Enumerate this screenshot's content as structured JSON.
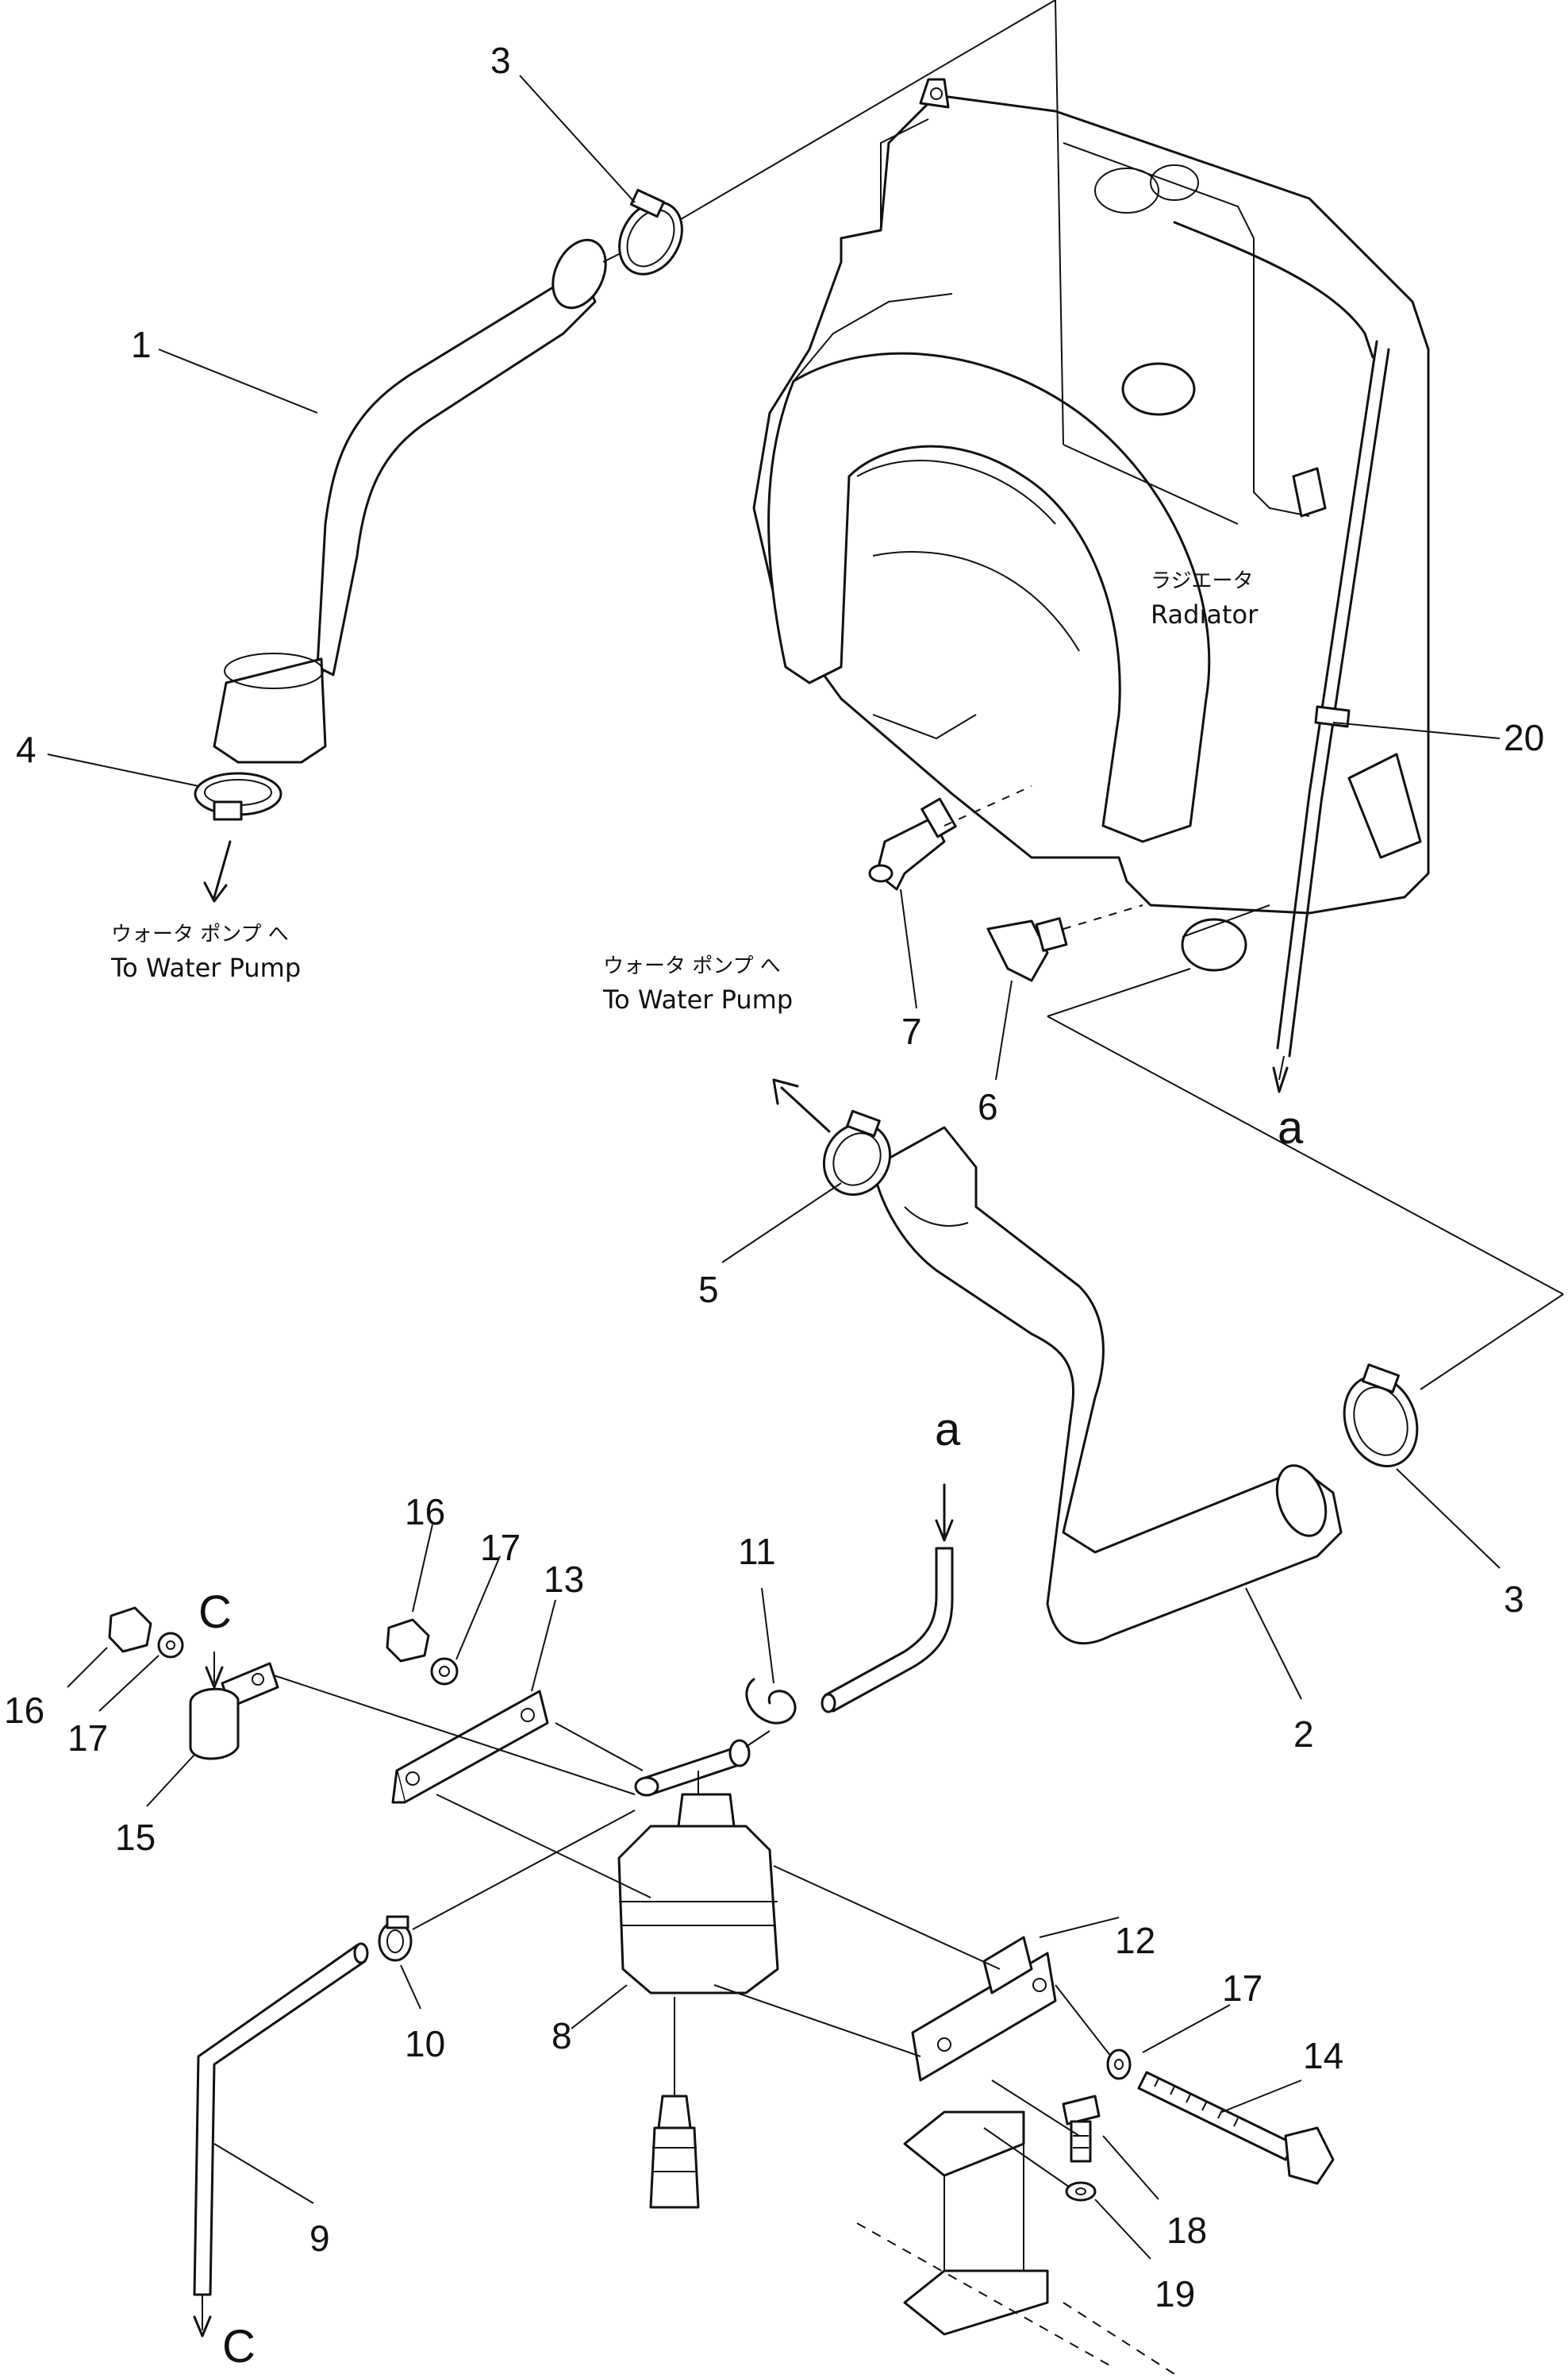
{
  "callouts": {
    "c1": "1",
    "c2": "2",
    "c3a": "3",
    "c3b": "3",
    "c4": "4",
    "c5": "5",
    "c6": "6",
    "c7": "7",
    "c8": "8",
    "c9": "9",
    "c10": "10",
    "c11": "11",
    "c12": "12",
    "c13": "13",
    "c14": "14",
    "c15": "15",
    "c16a": "16",
    "c16b": "16",
    "c17a": "17",
    "c17b": "17",
    "c17c": "17",
    "c18": "18",
    "c19": "19",
    "c20": "20"
  },
  "notes": {
    "radiator_jp": "ラジエータ",
    "radiator_en": "Radiator",
    "pump_left_jp": "ウォータ ポンプ へ",
    "pump_left_en": "To Water Pump",
    "pump_right_jp": "ウォータ ポンプ へ",
    "pump_right_en": "To Water Pump"
  },
  "markers": {
    "a_top": "a",
    "a_bottom": "a",
    "c_top": "C",
    "c_bottom": "C"
  }
}
